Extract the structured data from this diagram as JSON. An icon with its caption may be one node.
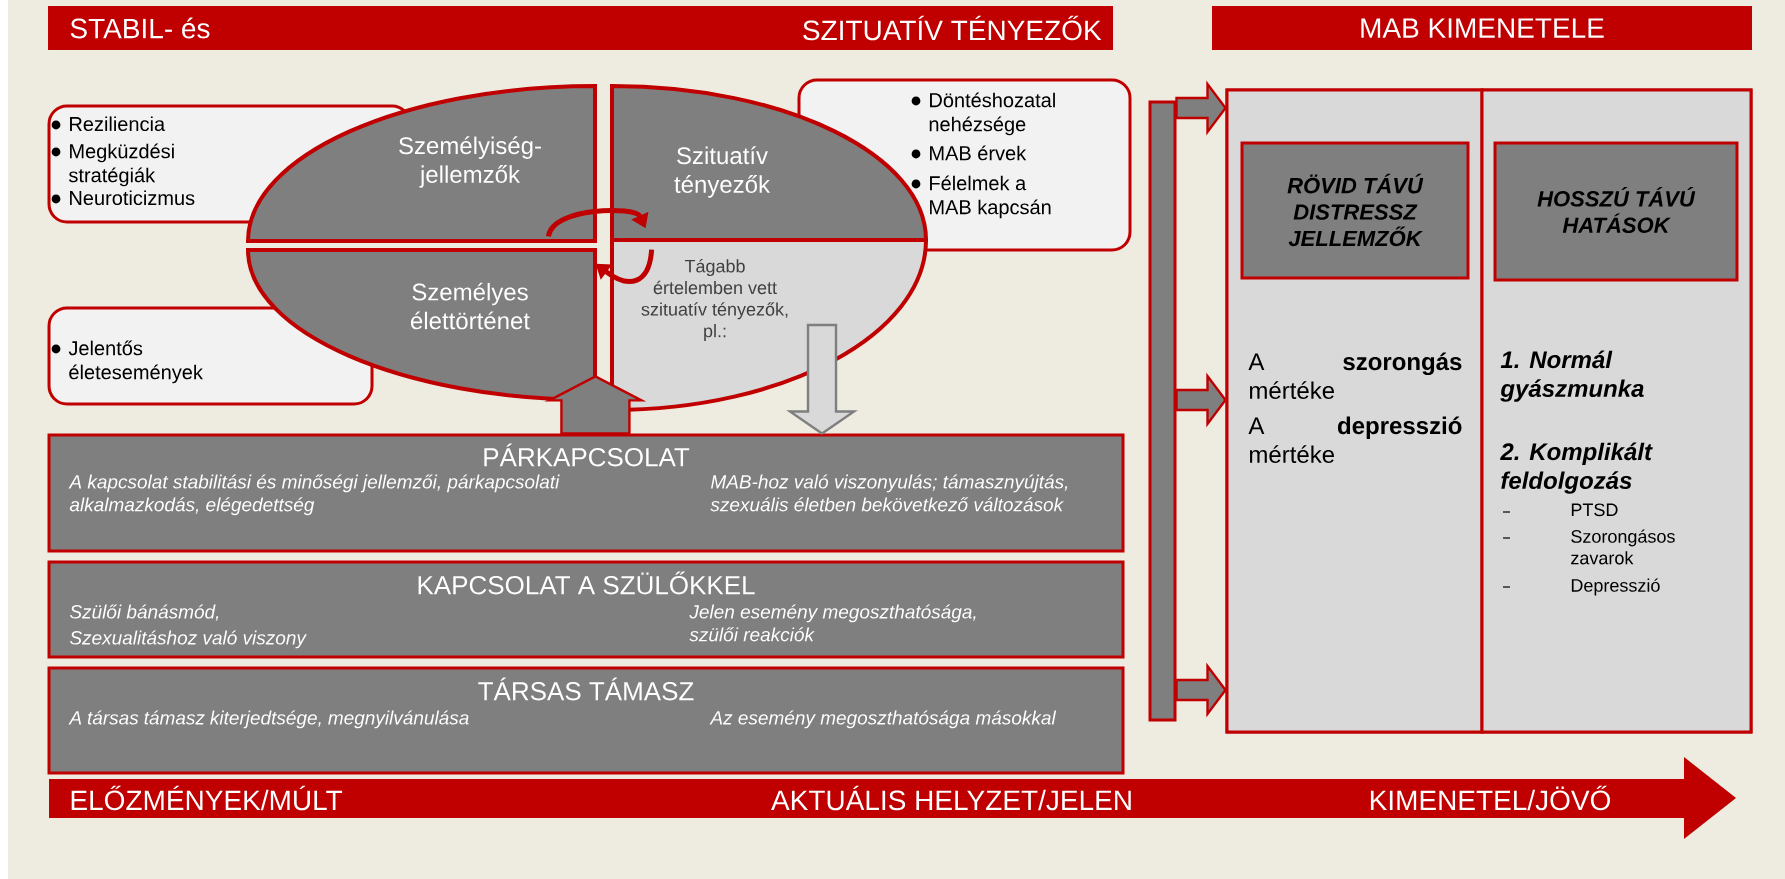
{
  "diagram": {
    "nodes": [
      {
        "text": [
          "STABIL- és",
          "SZITUATÍV TÉNYEZŐK"
        ]
      },
      {
        "text": [
          "MAB KIMENETELE"
        ]
      },
      {
        "text": [
          "Reziliencia",
          "Megküzdési stratégiák",
          "Neuroticizmus"
        ]
      },
      {
        "text": [
          "Személyiség-jellemzők"
        ]
      },
      {
        "text": [
          "Szituatív tényezők"
        ]
      },
      {
        "text": [
          "Döntéshozatal nehézsége",
          "MAB érvek",
          "Félelmek a MAB kapcsán"
        ]
      },
      {
        "text": [
          "Személyes élettörténet"
        ]
      },
      {
        "text": [
          "Tágabb értelemben vett szituatív tényezők, pl.:"
        ]
      },
      {
        "text": [
          "Jelentős életesemények"
        ]
      },
      {
        "text": [
          "PÁRKAPCSOLAT",
          "A kapcsolat stabilitási és minőségi jellemzői, párkapcsolati alkalmazkodás, elégedettség",
          "MAB-hoz való viszonyulás; támasznyújtás, szexuális életben bekövetkező változások"
        ]
      },
      {
        "text": [
          "KAPCSOLAT A SZÜLŐKKEL",
          "Szülői bánásmód,",
          "Szexualitáshoz való viszony",
          "Jelen esemény megoszthatósága, szülői reakciók"
        ]
      },
      {
        "text": [
          "TÁRSAS TÁMASZ",
          "A társas támasz kiterjedtsége, megnyilvánulása",
          "Az esemény megoszthatósága másokkal"
        ]
      },
      {
        "text": [
          "ELŐZMÉNYEK/MÚLT",
          "AKTUÁLIS HELYZET/JELEN",
          "KIMENETEL/JÖVŐ"
        ]
      },
      {
        "text": [],
        "shape": "bar"
      },
      {
        "text": [],
        "shape": "box"
      },
      {
        "text": [
          "A **szorongás** mértéke",
          "A **depresszió** mértéke"
        ],
        "in": 14
      },
      {
        "text": [
          "RÖVID TÁVÚ DISTRESSZ JELLEMZŐK"
        ],
        "in": 15
      },
      {
        "text": [
          "1. Normál gyászmunka",
          "2. Komplikált feldolgozás",
          "PTSD",
          "Szorongásos zavarok",
          "Depresszió"
        ],
        "in": 14
      },
      {
        "text": [
          "HOSSZÚ TÁVÚ HATÁSOK"
        ],
        "in": 17
      }
    ],
    "edges": [
      {
        "from": 9,
        "to": 6,
        "arrow": "to"
      },
      {
        "from": 7,
        "to": 9,
        "arrow": "to",
        "color": "#d9d9d9"
      },
      {
        "from": 13,
        "to": 14,
        "arrow": "to"
      },
      {
        "from": 13,
        "to": 14,
        "arrow": "to"
      },
      {
        "from": 13,
        "to": 14,
        "arrow": "to"
      },
      {
        "from": 3,
        "to": 4,
        "arrow": "to"
      },
      {
        "from": 7,
        "to": 6,
        "arrow": "to"
      }
    ]
  }
}
